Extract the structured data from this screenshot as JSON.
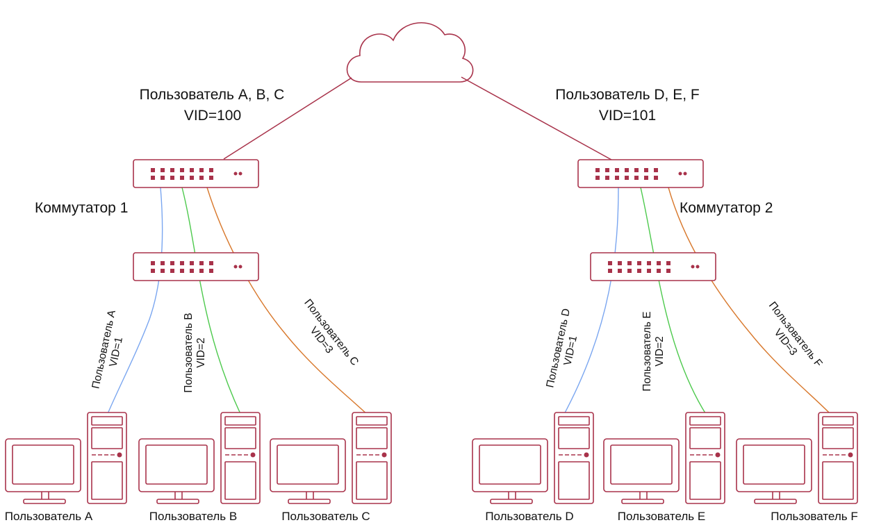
{
  "colors": {
    "device": "#a8324a",
    "vlan1": "#7aa6f0",
    "vlan2": "#4cc94c",
    "vlan3": "#d8782c"
  },
  "trunks": {
    "left": {
      "users": "Пользователь A, B, C",
      "vid": "VID=100"
    },
    "right": {
      "users": "Пользователь D, E, F",
      "vid": "VID=101"
    }
  },
  "switches": {
    "switch1": "Коммутатор 1",
    "switch2": "Коммутатор 2"
  },
  "links": [
    {
      "user": "Пользователь A",
      "vid": "VID=1"
    },
    {
      "user": "Пользователь B",
      "vid": "VID=2"
    },
    {
      "user": "Пользователь C",
      "vid": "VID=3"
    },
    {
      "user": "Пользователь D",
      "vid": "VID=1"
    },
    {
      "user": "Пользователь E",
      "vid": "VID=2"
    },
    {
      "user": "Пользователь F",
      "vid": "VID=3"
    }
  ],
  "workstations": [
    "Пользователь A",
    "Пользователь B",
    "Пользователь C",
    "Пользователь D",
    "Пользователь E",
    "Пользователь F"
  ]
}
